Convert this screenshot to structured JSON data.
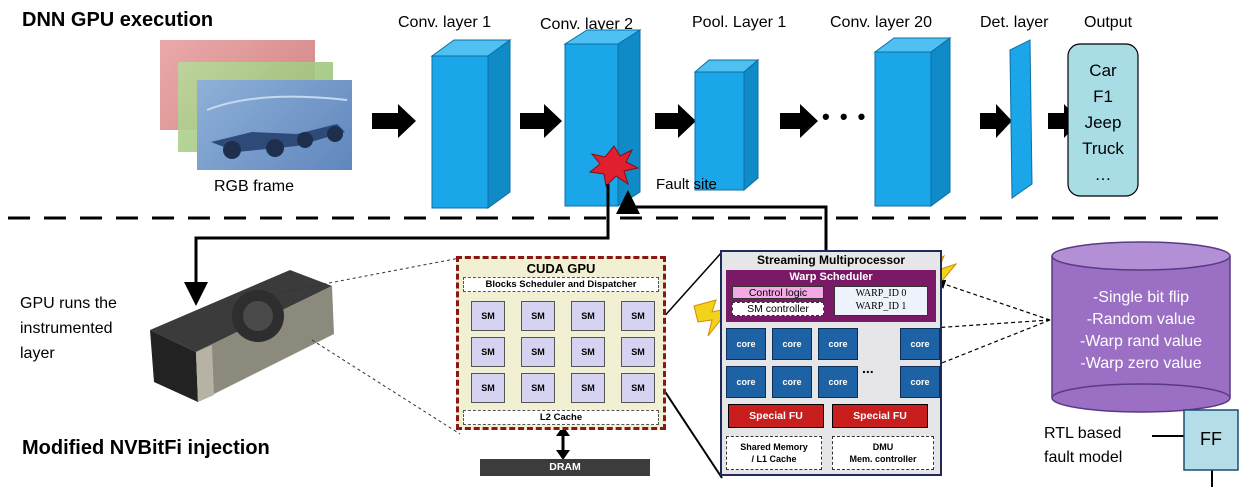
{
  "sections": {
    "top_title": "DNN GPU execution",
    "bottom_title": "Modified NVBitFi injection"
  },
  "pipeline": {
    "input_label": "RGB frame",
    "layers": [
      "Conv. layer 1",
      "Conv. layer 2",
      "Pool. Layer 1",
      "Conv. layer 20",
      "Det. layer",
      "Output"
    ],
    "ellipsis": "• • •",
    "fault_site": "Fault site",
    "output_classes": [
      "Car",
      "F1",
      "Jeep",
      "Truck",
      "…"
    ]
  },
  "gpu_card": {
    "caption_lines": [
      "GPU runs the",
      "instrumented",
      "layer"
    ]
  },
  "cuda_gpu": {
    "title": "CUDA GPU",
    "scheduler": "Blocks Scheduler and Dispatcher",
    "sm_label": "SM",
    "l2": "L2 Cache",
    "dram": "DRAM"
  },
  "sm": {
    "title": "Streaming Multiprocessor",
    "warp_scheduler": "Warp Scheduler",
    "control_logic": "Control logic",
    "sm_controller": "SM controller",
    "warp_ids": [
      "WARP_ID 0",
      "WARP_ID 1"
    ],
    "core_label": "core",
    "dots": "...",
    "special_fu": "Special FU",
    "shared_mem": [
      "Shared Memory",
      "/ L1 Cache"
    ],
    "dmu": [
      "DMU",
      "Mem. controller"
    ]
  },
  "fault_models": {
    "items": [
      "-Single bit flip",
      "-Random value",
      "-Warp rand value",
      "-Warp zero value"
    ],
    "rtl_label": [
      "RTL based",
      "fault model"
    ],
    "ff": "FF"
  },
  "colors": {
    "layer_blue": "#1aa6e8",
    "output_fill": "#a9dde6",
    "cylinder": "#9b6fc4",
    "sm_core": "#1d62a4",
    "special_fu": "#c81e1e",
    "warp_scheduler": "#7a1a66",
    "control_logic": "#f2a9e4"
  }
}
